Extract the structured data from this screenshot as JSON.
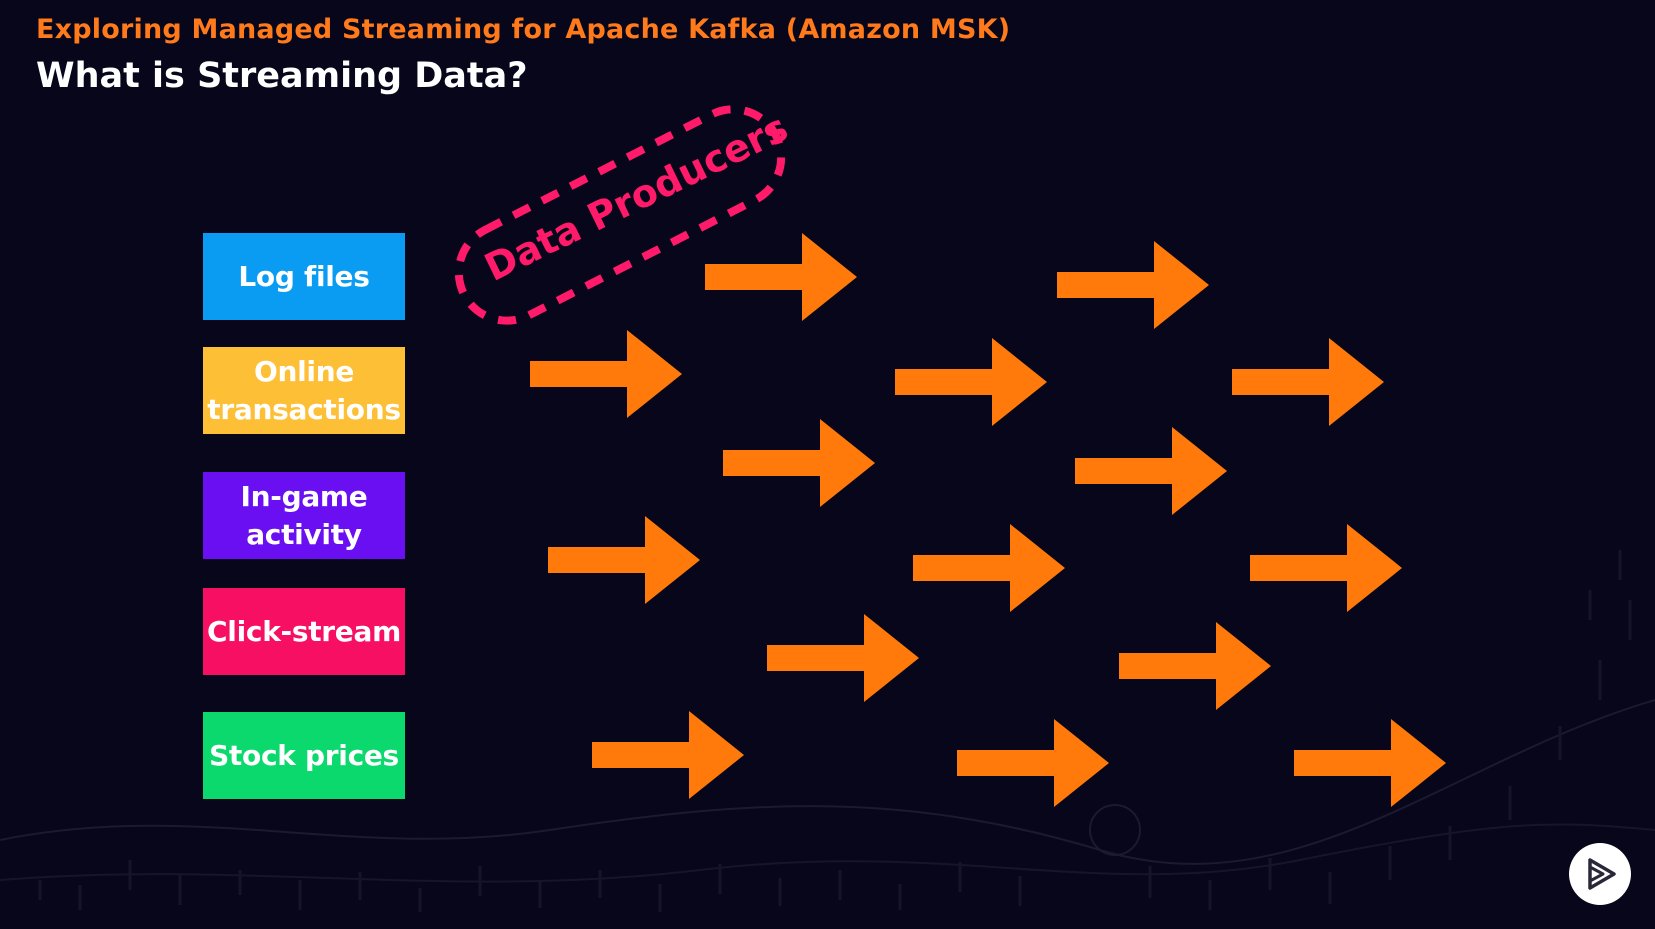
{
  "header": {
    "course_title": "Exploring Managed Streaming for Apache Kafka (Amazon MSK)",
    "slide_title": "What is Streaming Data?"
  },
  "producers": {
    "label": "Data Producers",
    "color": "#ff1a6a"
  },
  "sources": [
    {
      "label": "Log files",
      "color": "#0a9cf2"
    },
    {
      "label": "Online\ntransactions",
      "color": "#fdbf35"
    },
    {
      "label": "In-game\nactivity",
      "color": "#6a0ff2"
    },
    {
      "label": "Click-stream",
      "color": "#f70f63"
    },
    {
      "label": "Stock prices",
      "color": "#0bd96e"
    }
  ],
  "colors": {
    "background": "#07061a",
    "accent": "#ff7a1a",
    "arrow": "#ff7a0a",
    "title": "#ffffff"
  },
  "icons": {
    "play": "play-logo-icon"
  }
}
